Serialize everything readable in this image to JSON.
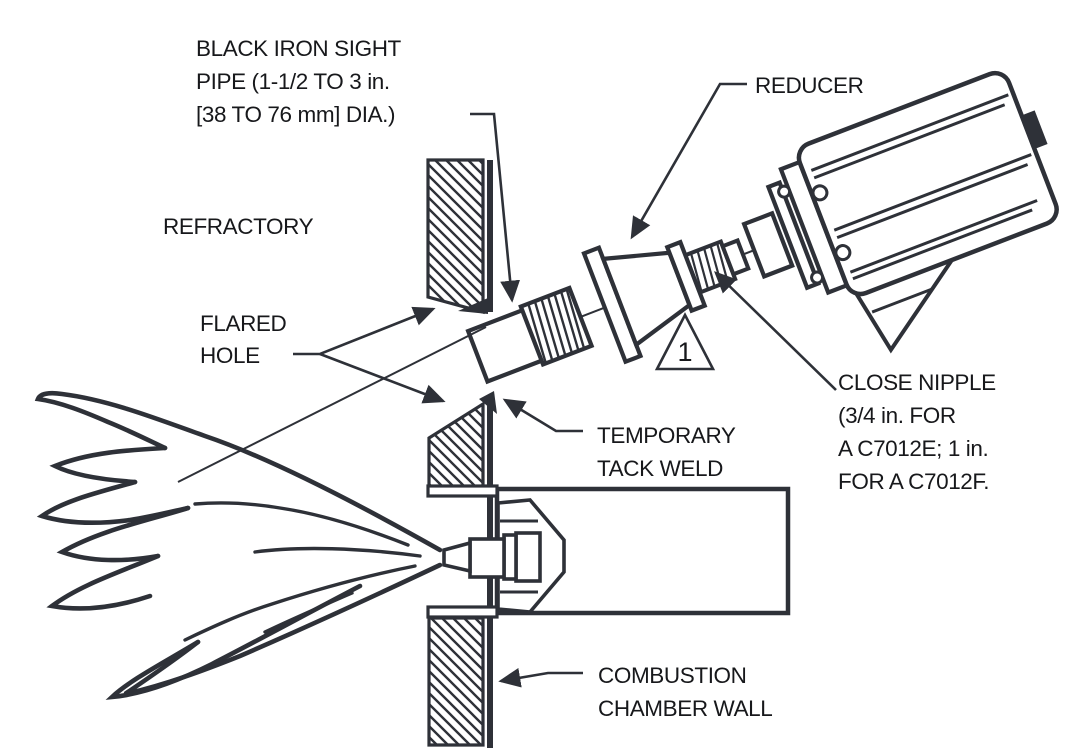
{
  "figure": {
    "type": "technical-line-diagram",
    "subject": "Flame detector sight pipe installation through combustion chamber wall",
    "ink_color": "#2e3138",
    "text_color": "#17181b",
    "background_color": "#ffffff"
  },
  "labels": {
    "sight_pipe": {
      "lines": [
        "BLACK IRON SIGHT",
        "PIPE (1-1/2 TO 3 in.",
        "[38 TO 76 mm] DIA.)"
      ]
    },
    "reducer": {
      "lines": [
        "REDUCER"
      ]
    },
    "refractory": {
      "lines": [
        "REFRACTORY"
      ]
    },
    "flared_hole": {
      "lines": [
        "FLARED",
        "HOLE"
      ]
    },
    "tack_weld": {
      "lines": [
        "TEMPORARY",
        "TACK WELD"
      ]
    },
    "close_nipple": {
      "lines": [
        "CLOSE NIPPLE",
        "(3/4 in. FOR",
        "A C7012E; 1 in.",
        "FOR A C7012F."
      ]
    },
    "combustion_wall": {
      "lines": [
        "COMBUSTION",
        "CHAMBER WALL"
      ]
    },
    "note_marker": {
      "value": "1"
    }
  }
}
